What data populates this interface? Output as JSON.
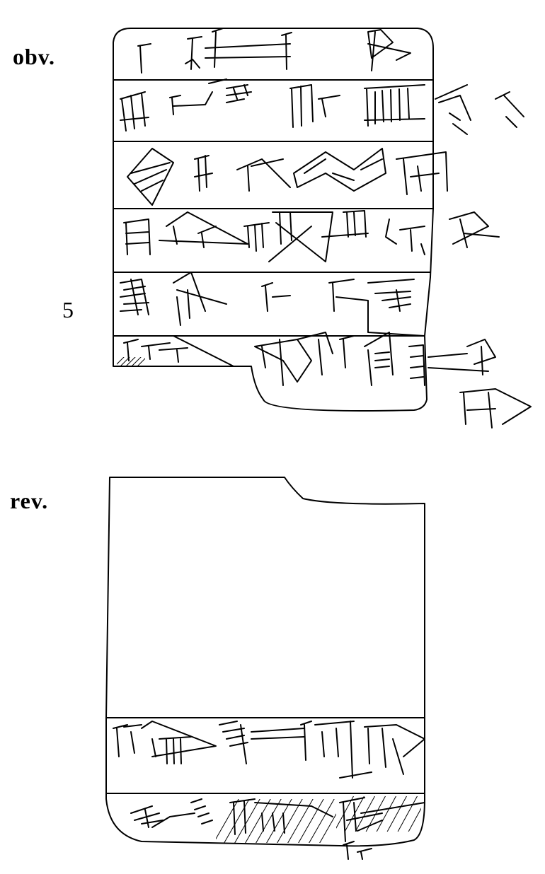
{
  "labels": {
    "obverse": "obv.",
    "reverse": "rev.",
    "line_number": "5"
  },
  "colors": {
    "ink": "#000000",
    "background": "#ffffff"
  }
}
